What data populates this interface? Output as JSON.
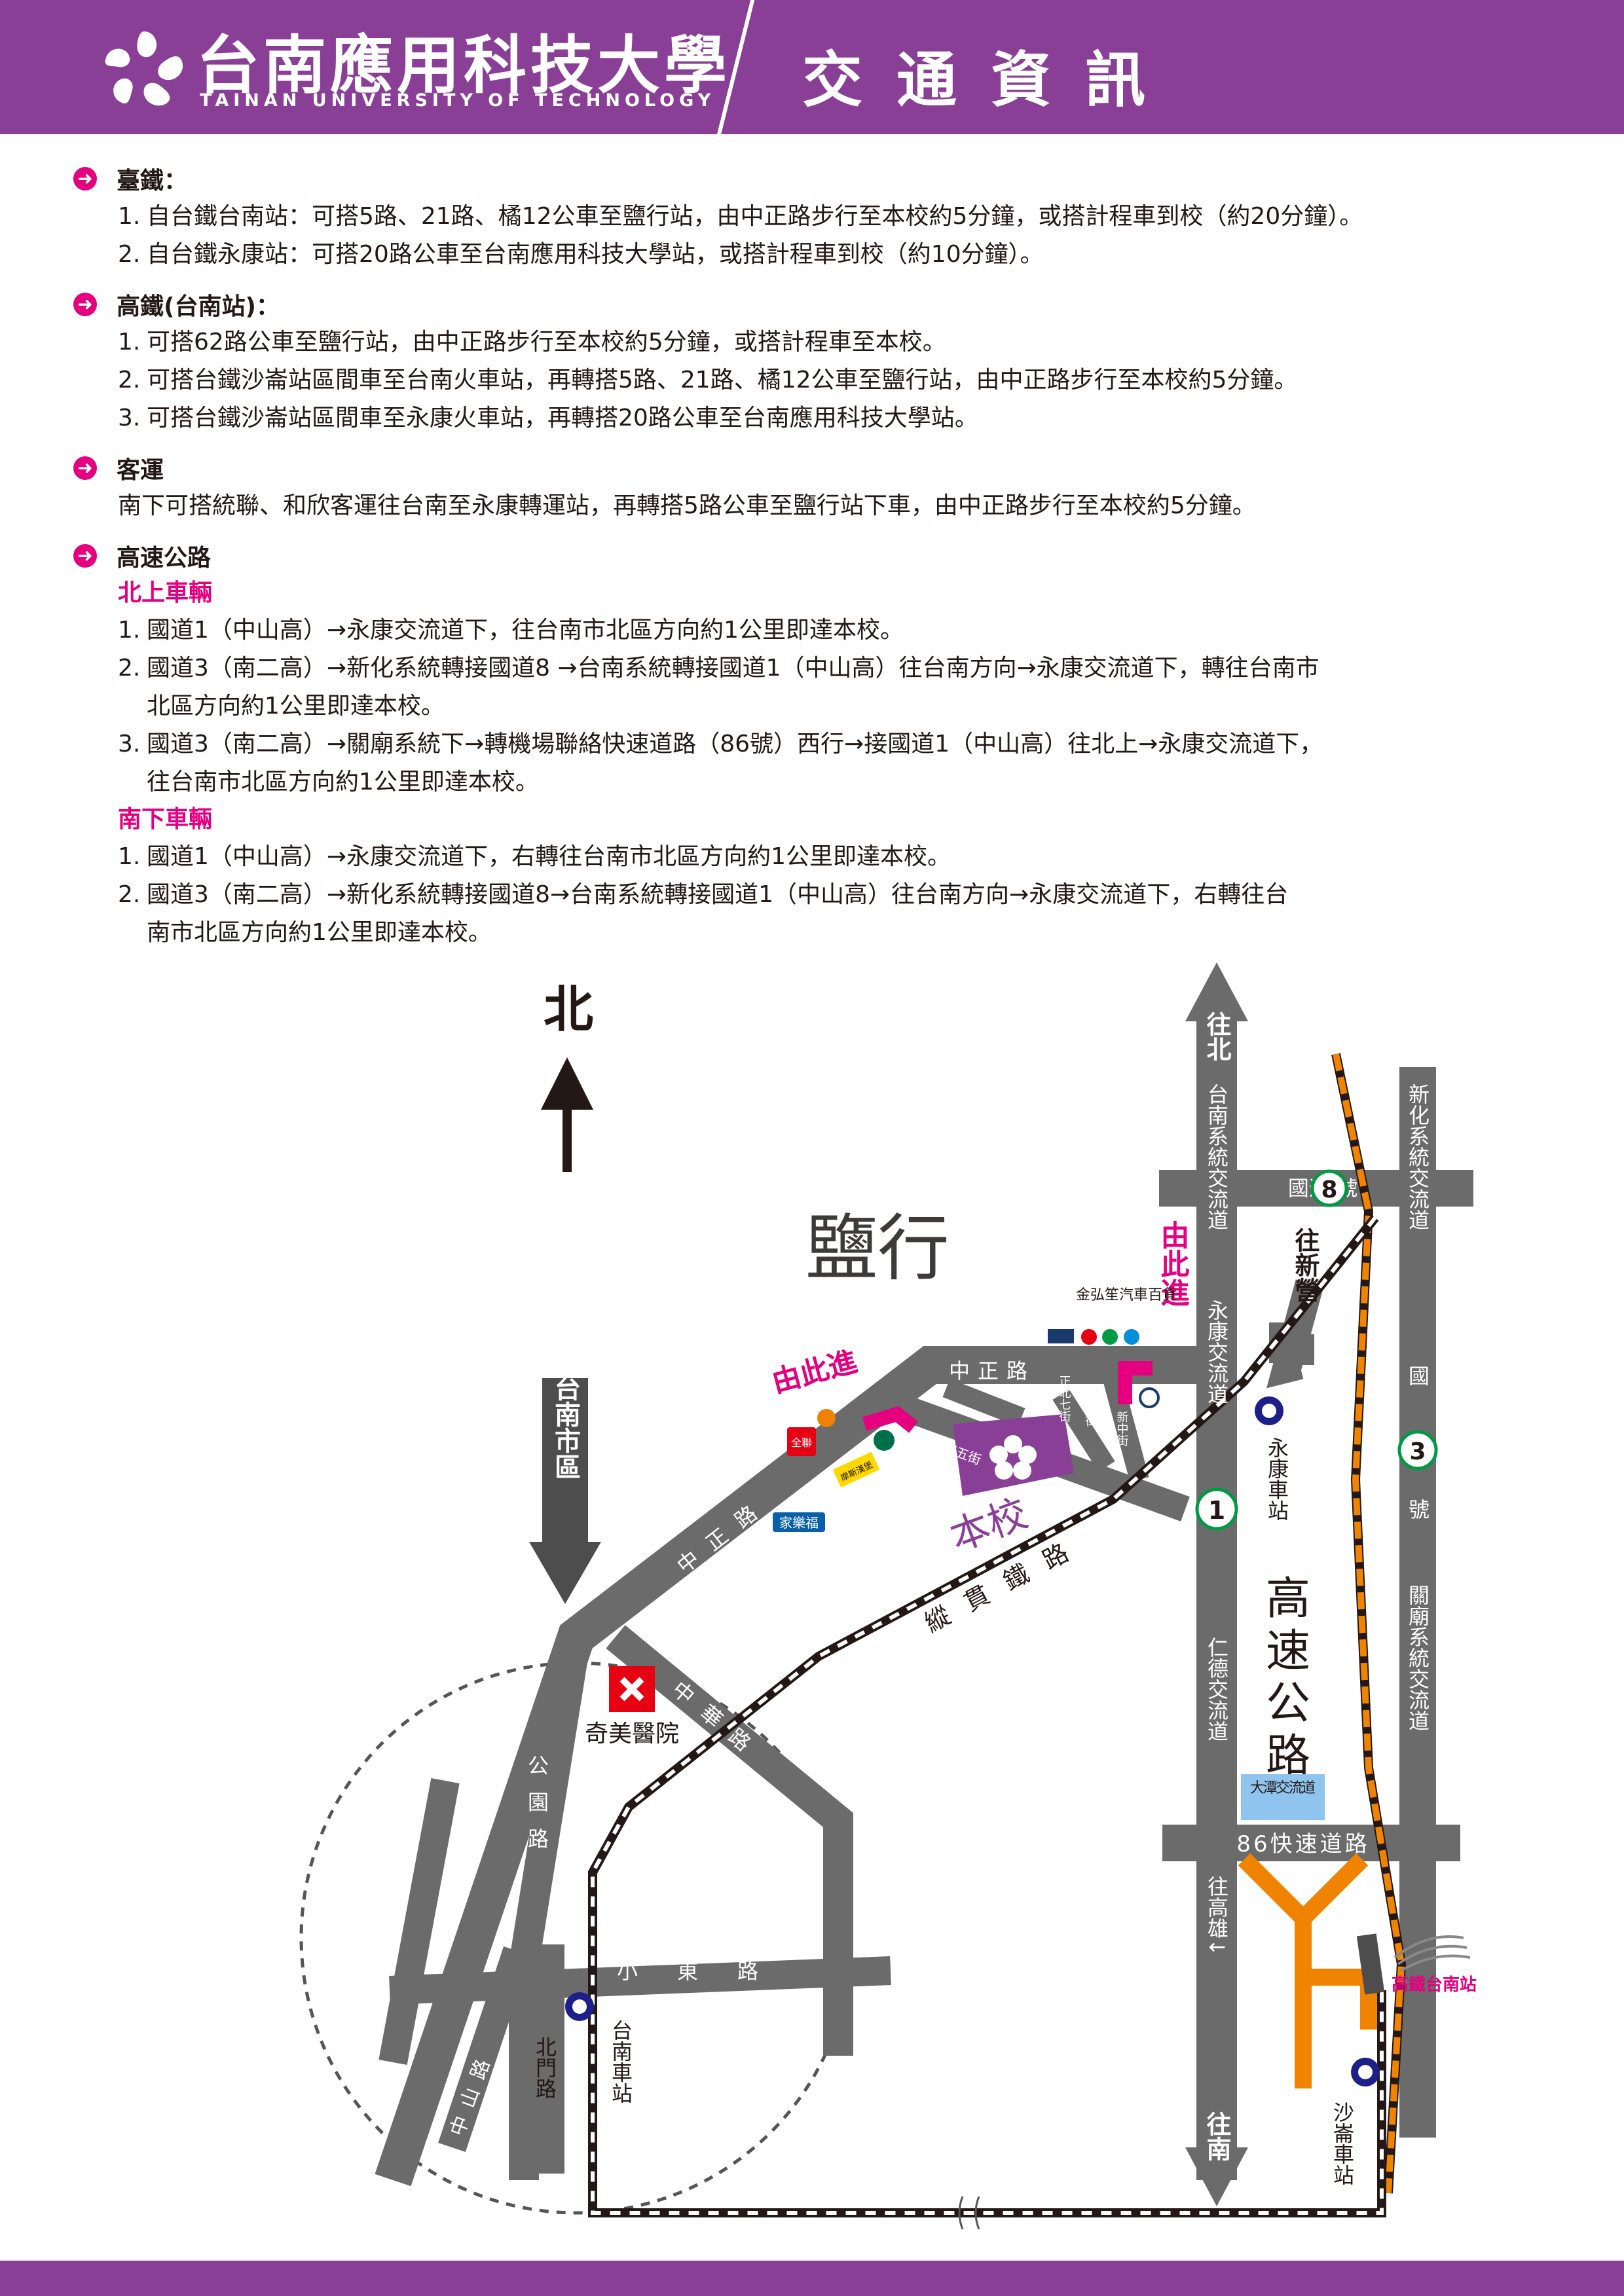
{
  "header": {
    "university_zh": "台南應用科技大學",
    "university_en": "TAINAN UNIVERSITY OF TECHNOLOGY",
    "title": "交通資訊"
  },
  "sections": [
    {
      "heading": "臺鐵：",
      "lines": [
        {
          "num": "1.",
          "text": "自台鐵台南站：可搭5路、21路、橘12公車至鹽行站，由中正路步行至本校約5分鐘，或搭計程車到校（約20分鐘）。"
        },
        {
          "num": "2.",
          "text": "自台鐵永康站：可搭20路公車至台南應用科技大學站，或搭計程車到校（約10分鐘）。"
        }
      ]
    },
    {
      "heading": "高鐵(台南站)：",
      "lines": [
        {
          "num": "1.",
          "text": "可搭62路公車至鹽行站，由中正路步行至本校約5分鐘，或搭計程車至本校。"
        },
        {
          "num": "2.",
          "text": "可搭台鐵沙崙站區間車至台南火車站，再轉搭5路、21路、橘12公車至鹽行站，由中正路步行至本校約5分鐘。"
        },
        {
          "num": "3.",
          "text": "可搭台鐵沙崙站區間車至永康火車站，再轉搭20路公車至台南應用科技大學站。"
        }
      ]
    },
    {
      "heading": "客運",
      "lines": [
        {
          "num": "",
          "text": "南下可搭統聯、和欣客運往台南至永康轉運站，再轉搭5路公車至鹽行站下車，由中正路步行至本校約5分鐘。"
        }
      ]
    }
  ],
  "highway": {
    "heading": "高速公路",
    "north": {
      "label": "北上車輛",
      "items": [
        {
          "num": "1.",
          "lines": [
            "國道1（中山高）→永康交流道下，往台南市北區方向約1公里即達本校。"
          ]
        },
        {
          "num": "2.",
          "lines": [
            "國道3（南二高）→新化系統轉接國道8 →台南系統轉接國道1（中山高）往台南方向→永康交流道下，轉往台南市",
            "北區方向約1公里即達本校。"
          ]
        },
        {
          "num": "3.",
          "lines": [
            "國道3（南二高）→關廟系統下→轉機場聯絡快速道路（86號）西行→接國道1（中山高）往北上→永康交流道下，",
            "往台南市北區方向約1公里即達本校。"
          ]
        }
      ]
    },
    "south": {
      "label": "南下車輛",
      "items": [
        {
          "num": "1.",
          "lines": [
            "國道1（中山高）→永康交流道下，右轉往台南市北區方向約1公里即達本校。"
          ]
        },
        {
          "num": "2.",
          "lines": [
            "國道3（南二高）→新化系統轉接國道8→台南系統轉接國道1（中山高）往台南方向→永康交流道下，右轉往台",
            "南市北區方向約1公里即達本校。"
          ]
        }
      ]
    }
  },
  "map": {
    "north": "北",
    "district": "鹽行",
    "enter": "由此進",
    "to_city": "往台南市區",
    "campus": "本校",
    "hospital": "奇美醫院",
    "gold_shop": "金弘笙汽車百貨",
    "roads": {
      "zhongzheng": "中正路",
      "zhongzheng_s": "中正路",
      "zhonghua": "中華路",
      "gongyuan": "公園路",
      "xiaodong": "小東路",
      "zhongshan": "中山路",
      "beimen": "北門路",
      "railway": "縱貫鐵路",
      "zhengnan": "正南五街",
      "zhengbei": "正北七街",
      "xin1": "新一街",
      "xinzhong": "新中街"
    },
    "stations": {
      "yongkang": "永康車站",
      "tainan": "台南車站",
      "shalun": "沙崙車站",
      "hsr": "高鐵台南站"
    },
    "highway": {
      "to_north": "往北",
      "to_south": "往南",
      "national8": "國道  號",
      "num8": "8",
      "num3": "3",
      "num1": "1",
      "to_xinying": "往新營",
      "tainan_jct": "台南系統交流道",
      "yongkang_ic": "永康交流道",
      "rende_ic": "仁德交流道",
      "freeway": "高速公路",
      "datan_ic": "大潭交流道",
      "expressway86": "86快速道路",
      "to_kaohsiung": "往高雄↓",
      "xinhua_jct": "新化系統交流道",
      "national3": "國道號",
      "guanmiao_jct": "關廟系統交流道"
    },
    "store_labels": {
      "carrefour": "家樂福",
      "pxmart": "全聯",
      "mos": "摩斯漢堡"
    }
  }
}
